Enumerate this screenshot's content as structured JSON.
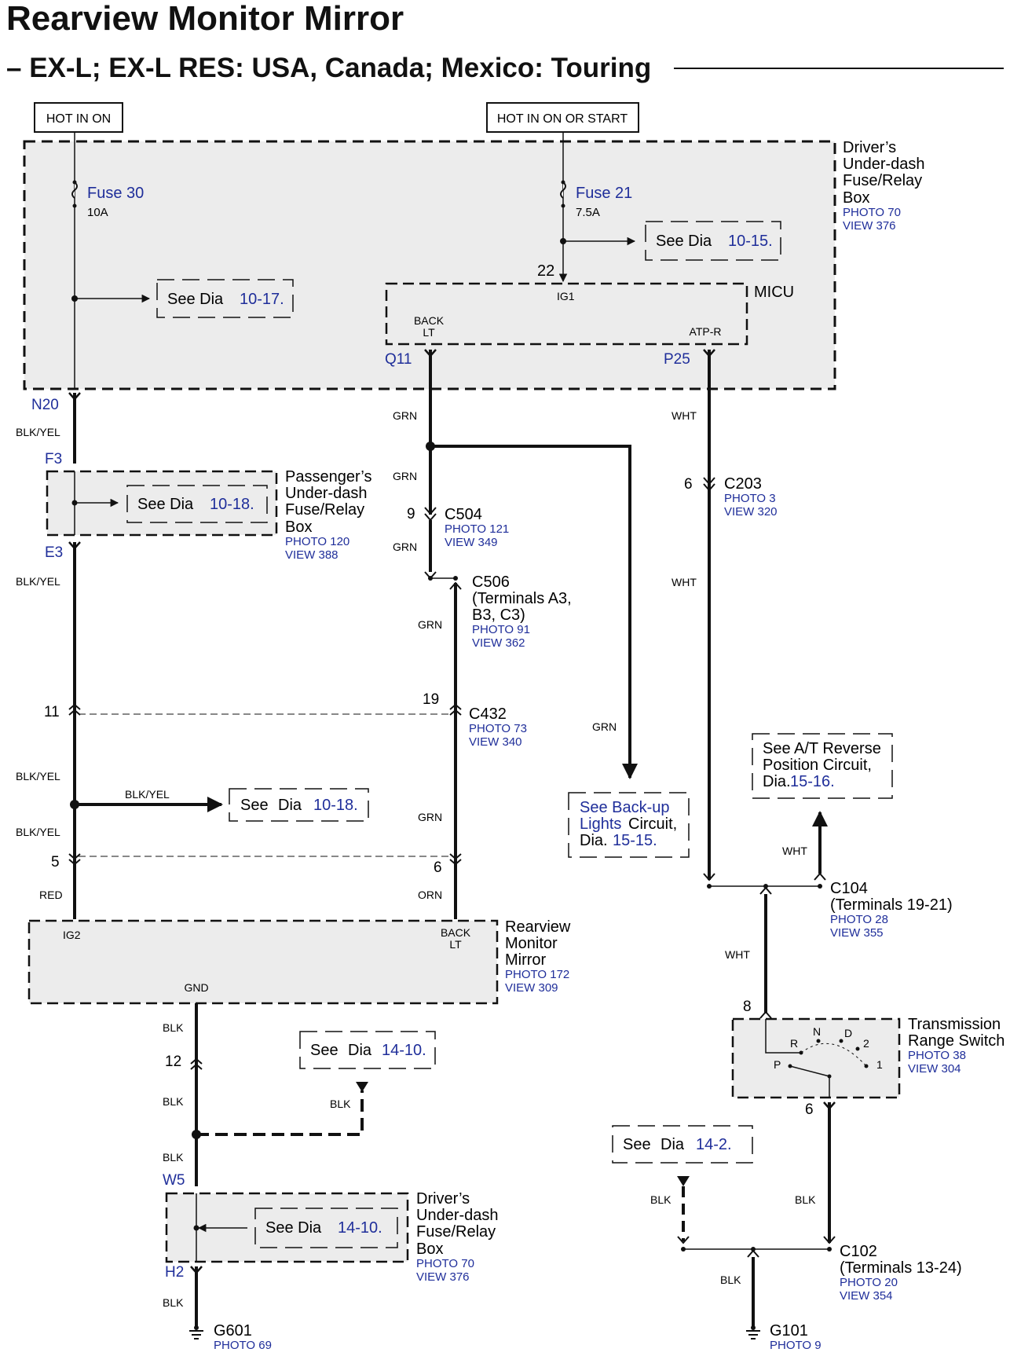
{
  "title": "Rearview Monitor Mirror",
  "subtitle": "– EX-L; EX-L RES: USA, Canada; Mexico: Touring",
  "colors": {
    "blue": "#1f2e9a",
    "box_fill": "#ececec",
    "line": "#111111"
  },
  "power": {
    "hot_on": "HOT IN ON",
    "hot_on_start": "HOT IN ON OR START"
  },
  "driver_box": {
    "name_lines": [
      "Driver’s",
      "Under-dash",
      "Fuse/Relay",
      "Box"
    ],
    "photo": "PHOTO 70",
    "view": "VIEW 376",
    "fuse30": {
      "name": "Fuse 30",
      "rating": "10A"
    },
    "fuse21": {
      "name": "Fuse 21",
      "rating": "7.5A"
    },
    "see1": {
      "text": "See Dia",
      "ref": "10-17."
    },
    "see2": {
      "text": "See Dia",
      "ref": "10-15."
    },
    "n20": "N20"
  },
  "micu": {
    "name": "MICU",
    "pin_in": "22",
    "ig1": "IG1",
    "back_lt_lines": [
      "BACK",
      "LT"
    ],
    "atp_r": "ATP-R",
    "q11": "Q11",
    "p25": "P25"
  },
  "wires": {
    "blk_yel": "BLK/YEL",
    "grn": "GRN",
    "wht": "WHT",
    "red": "RED",
    "orn": "ORN",
    "blk": "BLK"
  },
  "pass_box": {
    "name_lines": [
      "Passenger’s",
      "Under-dash",
      "Fuse/Relay",
      "Box"
    ],
    "photo": "PHOTO 120",
    "view": "VIEW 388",
    "f3": "F3",
    "e3": "E3",
    "see": {
      "text": "See Dia",
      "ref": "10-18."
    }
  },
  "c504": {
    "pin": "9",
    "name": "C504",
    "photo": "PHOTO 121",
    "view": "VIEW 349"
  },
  "c506": {
    "name_lines": [
      "C506",
      "(Terminals A3,",
      "B3, C3)"
    ],
    "photo": "PHOTO 91",
    "view": "VIEW 362"
  },
  "c203": {
    "pin": "6",
    "name": "C203",
    "photo": "PHOTO 3",
    "view": "VIEW 320"
  },
  "c432": {
    "pin_left": "11",
    "pin_right": "19",
    "name": "C432",
    "photo": "PHOTO 73",
    "view": "VIEW 340"
  },
  "see_1018b": {
    "text": "See",
    "text2": "Dia",
    "ref": "10-18."
  },
  "backup": {
    "line1": "See Back-up",
    "line2": "Lights Circuit,",
    "line3_a": "Dia.",
    "line3_b": "15-15."
  },
  "at_reverse": {
    "line1": "See A/T Reverse",
    "line2": "Position Circuit,",
    "line3_a": "Dia.",
    "line3_b": "15-16."
  },
  "joint5_6": {
    "pin_left": "5",
    "pin_right": "6"
  },
  "c104": {
    "name_lines": [
      "C104",
      "(Terminals 19-21)"
    ],
    "photo": "PHOTO 28",
    "view": "VIEW 355"
  },
  "mirror": {
    "name_lines": [
      "Rearview",
      "Monitor",
      "Mirror"
    ],
    "photo": "PHOTO 172",
    "view": "VIEW 309",
    "ig2": "IG2",
    "back_lt_lines": [
      "BACK",
      "LT"
    ],
    "gnd": "GND"
  },
  "trs": {
    "name_lines": [
      "Transmission",
      "Range Switch"
    ],
    "photo": "PHOTO 38",
    "view": "VIEW 304",
    "pin_top": "8",
    "pin_bottom": "6",
    "positions": [
      "R",
      "N",
      "D",
      "2",
      "1",
      "P"
    ]
  },
  "ground_left": {
    "pin": "12",
    "see": {
      "text": "See",
      "text2": "Dia",
      "ref": "14-10."
    }
  },
  "driver_box2": {
    "name_lines": [
      "Driver’s",
      "Under-dash",
      "Fuse/Relay",
      "Box"
    ],
    "photo": "PHOTO 70",
    "view": "VIEW 376",
    "w5": "W5",
    "h2": "H2",
    "see": {
      "text": "See Dia",
      "ref": "14-10."
    }
  },
  "see_142": {
    "text": "See",
    "text2": "Dia",
    "ref": "14-2."
  },
  "c102": {
    "name_lines": [
      "C102",
      "(Terminals 13-24)"
    ],
    "photo": "PHOTO 20",
    "view": "VIEW 354"
  },
  "g601": {
    "name": "G601",
    "photo": "PHOTO 69"
  },
  "g101": {
    "name": "G101",
    "photo": "PHOTO 9"
  }
}
